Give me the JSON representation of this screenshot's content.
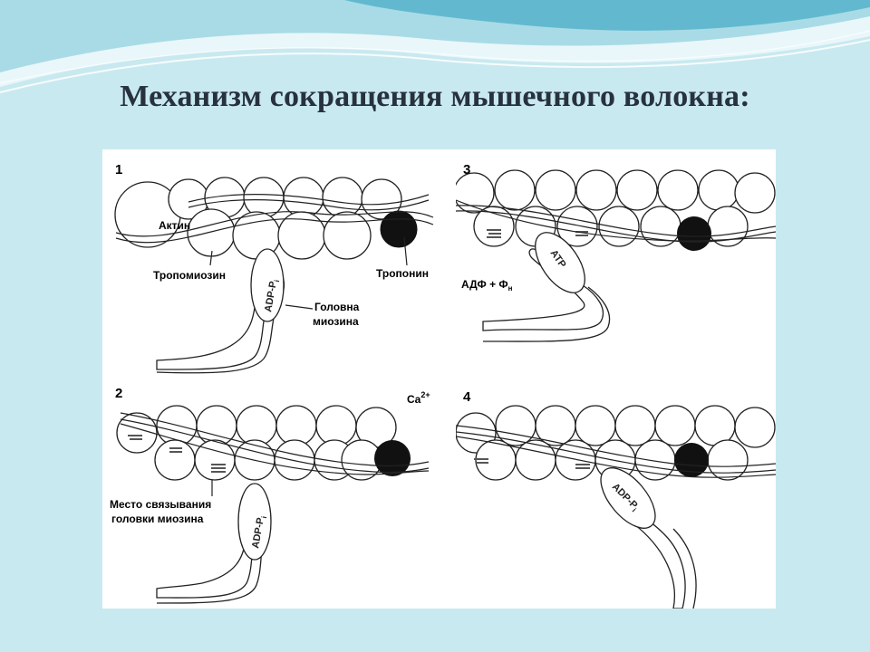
{
  "slide": {
    "title": "Механизм сокращения мышечного волокна:",
    "colors": {
      "background": "#c9e9f0",
      "wave_light": "#e8f6f9",
      "wave_mid": "#9fd6e2",
      "wave_dark": "#5fb6cc",
      "title": "#27323e"
    }
  },
  "figure": {
    "panels": [
      {
        "number": "1",
        "labels": {
          "actin": "Актин",
          "tropomyosin": "Тропомиозин",
          "troponin": "Тропонин",
          "myosin_head_line1": "Головна",
          "myosin_head_line2": "миозина",
          "head_text": "ADP-P",
          "head_text_sub": "i"
        }
      },
      {
        "number": "2",
        "labels": {
          "calcium": "Ca",
          "calcium_charge": "2+",
          "binding_site_line1": "Место связывания",
          "binding_site_line2": "головки миозина",
          "head_text": "ADP-P",
          "head_text_sub": "i"
        }
      },
      {
        "number": "3",
        "labels": {
          "products": "АДФ + Ф",
          "products_sub": "н",
          "head_text": "ATP"
        }
      },
      {
        "number": "4",
        "labels": {
          "head_text": "ADP-P",
          "head_text_sub": "i"
        }
      }
    ],
    "icons": [
      "actin-filament-icon",
      "tropomyosin-strand-icon",
      "troponin-icon",
      "myosin-head-icon",
      "myosin-tail-icon"
    ]
  }
}
